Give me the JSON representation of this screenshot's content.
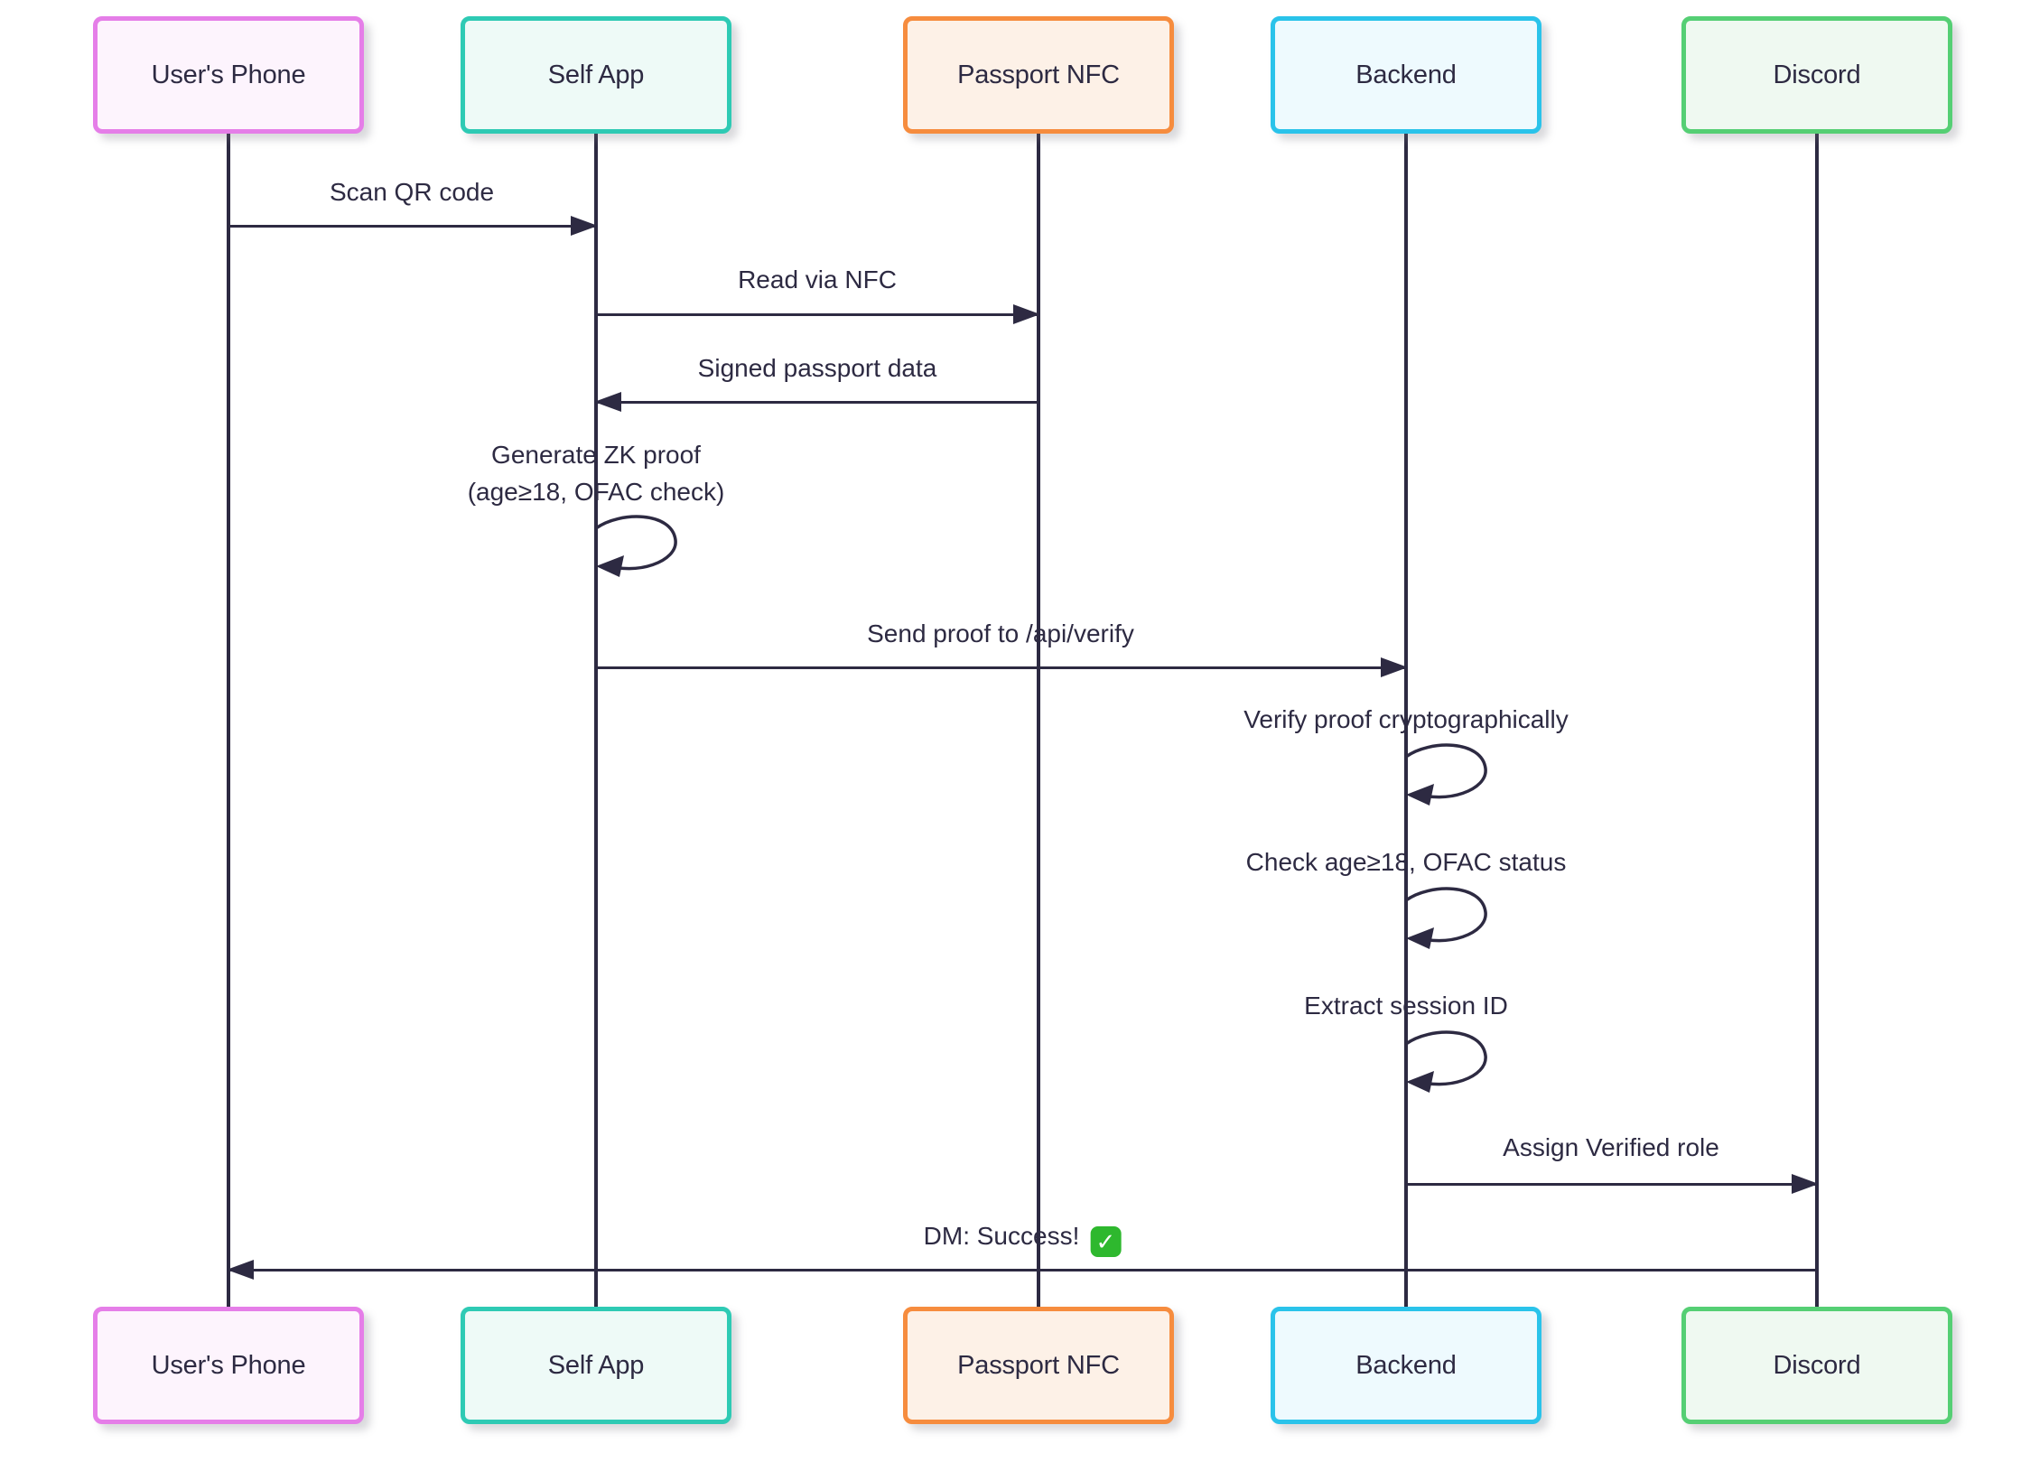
{
  "diagram": {
    "type": "sequence-diagram",
    "background_color": "#ffffff",
    "line_color": "#2d2a42",
    "text_color": "#2d2a42",
    "actors": [
      {
        "id": "users-phone",
        "name": "User's Phone",
        "border_color": "#e57ee8",
        "fill_color": "#fdf4fd"
      },
      {
        "id": "self-app",
        "name": "Self App",
        "border_color": "#2ecab4",
        "fill_color": "#eefaf7"
      },
      {
        "id": "passport-nfc",
        "name": "Passport NFC",
        "border_color": "#f68c3e",
        "fill_color": "#fdf1e7"
      },
      {
        "id": "backend",
        "name": "Backend",
        "border_color": "#2ac3ea",
        "fill_color": "#eefafe"
      },
      {
        "id": "discord",
        "name": "Discord",
        "border_color": "#55cf74",
        "fill_color": "#eff9f1"
      }
    ],
    "messages": [
      {
        "from": "User's Phone",
        "to": "Self App",
        "type": "solid-arrow",
        "label": "Scan QR code"
      },
      {
        "from": "Self App",
        "to": "Passport NFC",
        "type": "solid-arrow",
        "label": "Read via NFC"
      },
      {
        "from": "Passport NFC",
        "to": "Self App",
        "type": "solid-arrow",
        "label": "Signed passport data"
      },
      {
        "from": "Self App",
        "to": "Self App",
        "type": "self-loop",
        "label": "Generate ZK proof (age≥18, OFAC check)",
        "label_lines": [
          "Generate ZK proof",
          "(age≥18, OFAC check)"
        ]
      },
      {
        "from": "Self App",
        "to": "Backend",
        "type": "solid-arrow",
        "label": "Send proof to /api/verify"
      },
      {
        "from": "Backend",
        "to": "Backend",
        "type": "self-loop",
        "label": "Verify proof cryptographically"
      },
      {
        "from": "Backend",
        "to": "Backend",
        "type": "self-loop",
        "label": "Check age≥18, OFAC status"
      },
      {
        "from": "Backend",
        "to": "Backend",
        "type": "self-loop",
        "label": "Extract session ID"
      },
      {
        "from": "Backend",
        "to": "Discord",
        "type": "solid-arrow",
        "label": "Assign Verified role"
      },
      {
        "from": "Discord",
        "to": "User's Phone",
        "type": "solid-arrow",
        "label": "DM: Success!",
        "emoji": "white-check-mark",
        "emoji_glyph": "✓",
        "emoji_color": "#2eb82e"
      }
    ]
  }
}
